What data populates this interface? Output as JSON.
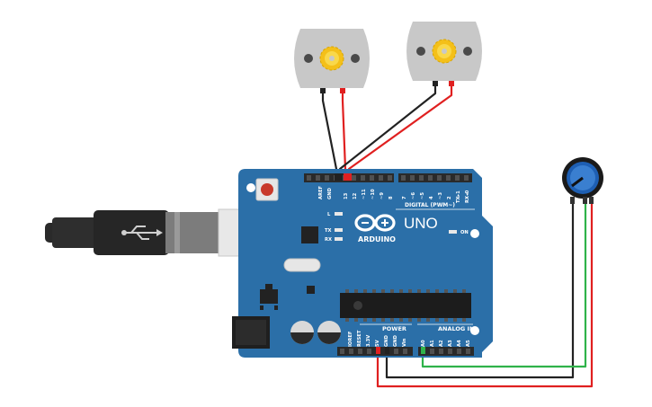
{
  "board": {
    "brand": "ARDUINO",
    "model": "UNO",
    "digital_header": "DIGITAL (PWM~)",
    "power_header": "POWER",
    "analog_header": "ANALOG IN",
    "on_led": "ON",
    "led_l": "L",
    "led_tx": "TX",
    "led_rx": "RX",
    "digital_pins": [
      "AREF",
      "GND",
      "13",
      "12",
      "~11",
      "~10",
      "~9",
      "8",
      "7",
      "~6",
      "~5",
      "4",
      "~3",
      "2",
      "TX▸1",
      "RX◂0"
    ],
    "power_pins": [
      "IOREF",
      "RESET",
      "3.3V",
      "5V",
      "GND",
      "GND",
      "Vin"
    ],
    "analog_pins": [
      "A0",
      "A1",
      "A2",
      "A3",
      "A4",
      "A5"
    ]
  },
  "components": {
    "motor_left": "dc-motor",
    "motor_right": "dc-motor",
    "potentiometer": "potentiometer",
    "usb_cable": "usb-b-cable"
  },
  "colors": {
    "board": "#2b6fa8",
    "wire_red": "#e02020",
    "wire_black": "#222222",
    "wire_green": "#2fb34a",
    "motor_body": "#c8c8c8",
    "gear": "#f4c019",
    "pot_knob": "#1e5fb3"
  }
}
